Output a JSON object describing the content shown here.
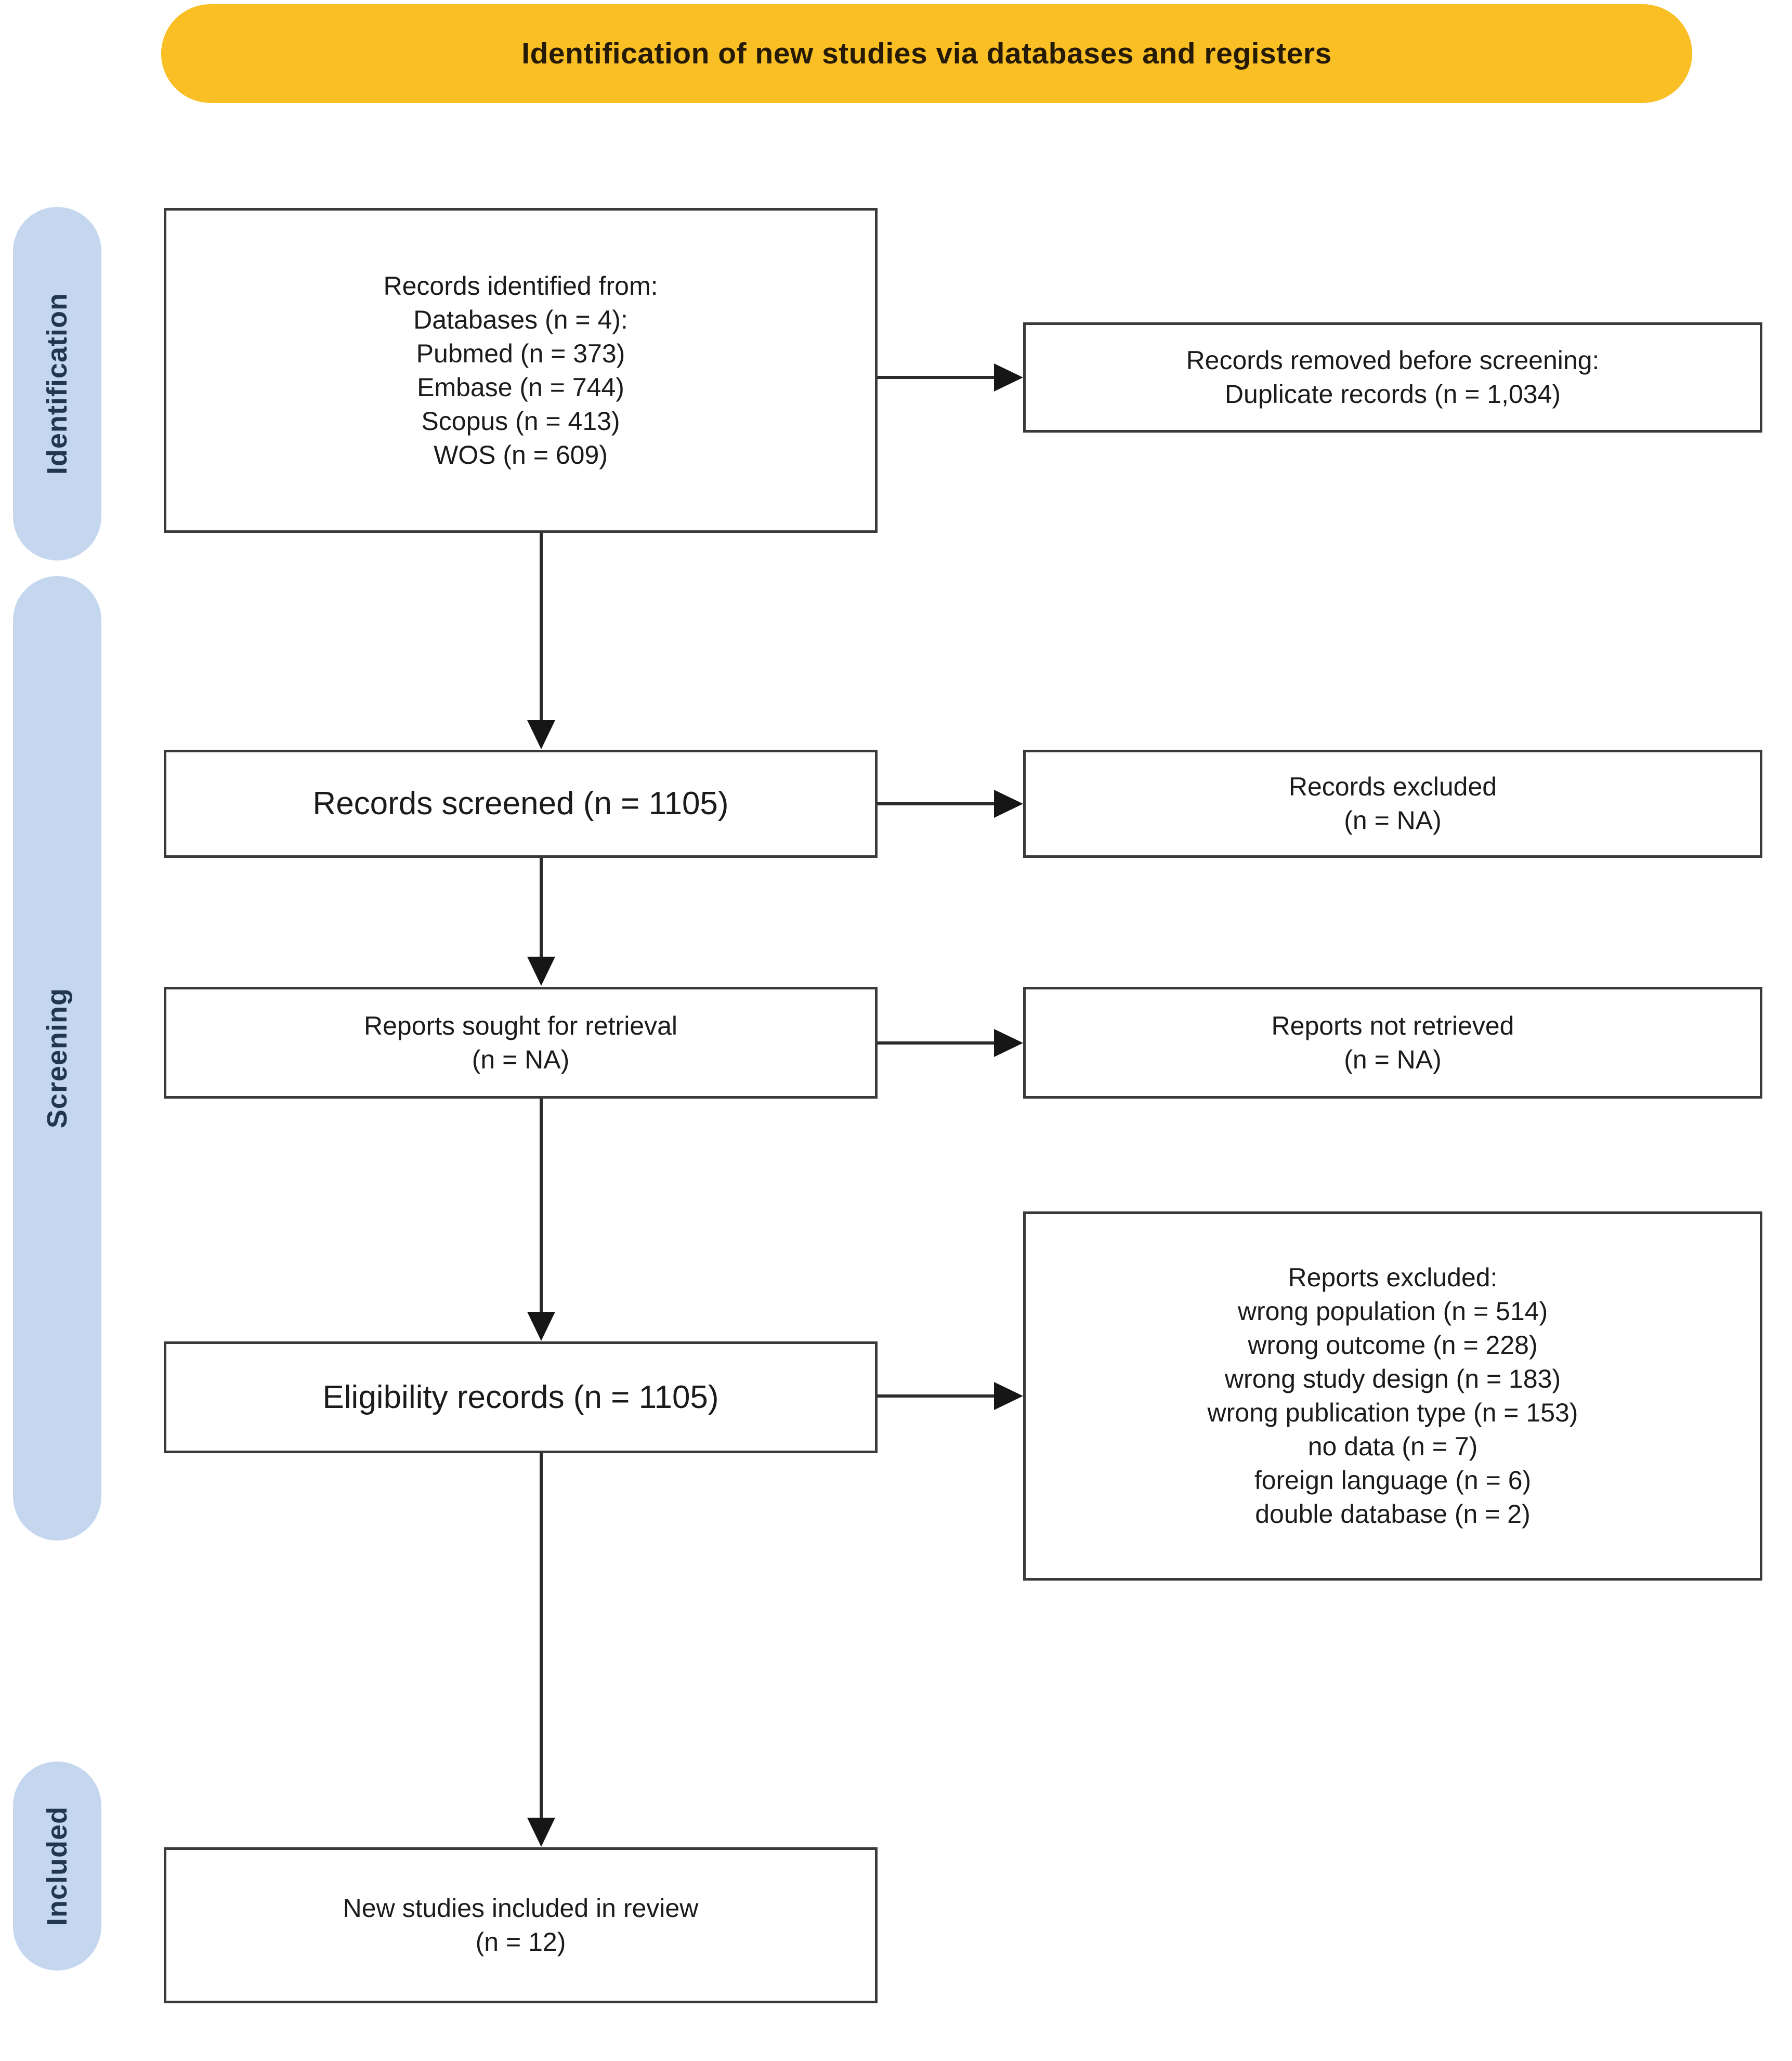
{
  "banner": {
    "title": "Identification of new studies via databases and registers",
    "color": "#f9bf24"
  },
  "stages": {
    "color": "#c4d7ef",
    "identification": "Identification",
    "screening": "Screening",
    "included": "Included"
  },
  "flow": {
    "identified": {
      "lines": [
        "Records identified from:",
        "Databases (n = 4):",
        "Pubmed (n = 373)",
        "Embase (n = 744)",
        "Scopus (n = 413)",
        "WOS (n = 609)"
      ]
    },
    "removed": {
      "lines": [
        "Records removed before screening:",
        "Duplicate records (n = 1,034)"
      ]
    },
    "screened": {
      "lines": [
        "Records screened (n = 1105)"
      ]
    },
    "excluded": {
      "lines": [
        "Records excluded",
        "(n = NA)"
      ]
    },
    "sought": {
      "lines": [
        "Reports sought for retrieval",
        "(n = NA)"
      ]
    },
    "not_retrieved": {
      "lines": [
        "Reports not retrieved",
        "(n = NA)"
      ]
    },
    "eligibility": {
      "lines": [
        "Eligibility records (n = 1105)"
      ]
    },
    "reports_excluded": {
      "lines": [
        "Reports excluded:",
        "wrong population (n = 514)",
        "wrong outcome (n = 228)",
        "wrong study design (n = 183)",
        "wrong publication type (n = 153)",
        "no data (n = 7)",
        "foreign language (n = 6)",
        "double database (n = 2)"
      ]
    },
    "included_final": {
      "lines": [
        "New studies included in review",
        "(n = 12)"
      ]
    }
  }
}
